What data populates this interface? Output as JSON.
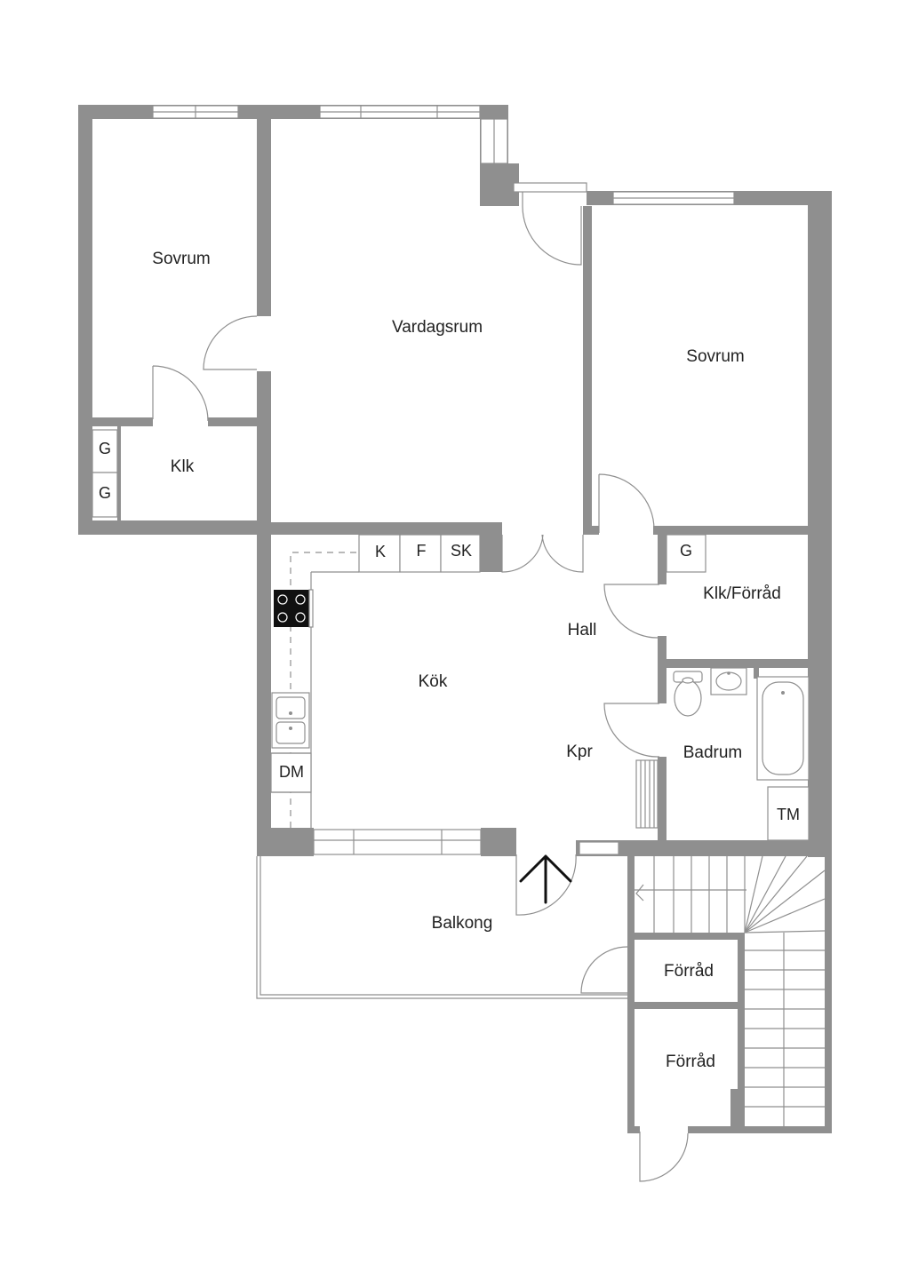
{
  "rooms": {
    "sovrum_left": "Sovrum",
    "vardagsrum": "Vardagsrum",
    "sovrum_right": "Sovrum",
    "klk": "Klk",
    "klk_forrad": "Klk/Förråd",
    "hall": "Hall",
    "kok": "Kök",
    "kpr": "Kpr",
    "badrum": "Badrum",
    "balkong": "Balkong",
    "forrad_upper": "Förråd",
    "forrad_lower": "Förråd"
  },
  "fixtures": {
    "g1": "G",
    "g2": "G",
    "g3": "G",
    "k": "K",
    "f": "F",
    "sk": "SK",
    "dm": "DM",
    "tm": "TM"
  }
}
